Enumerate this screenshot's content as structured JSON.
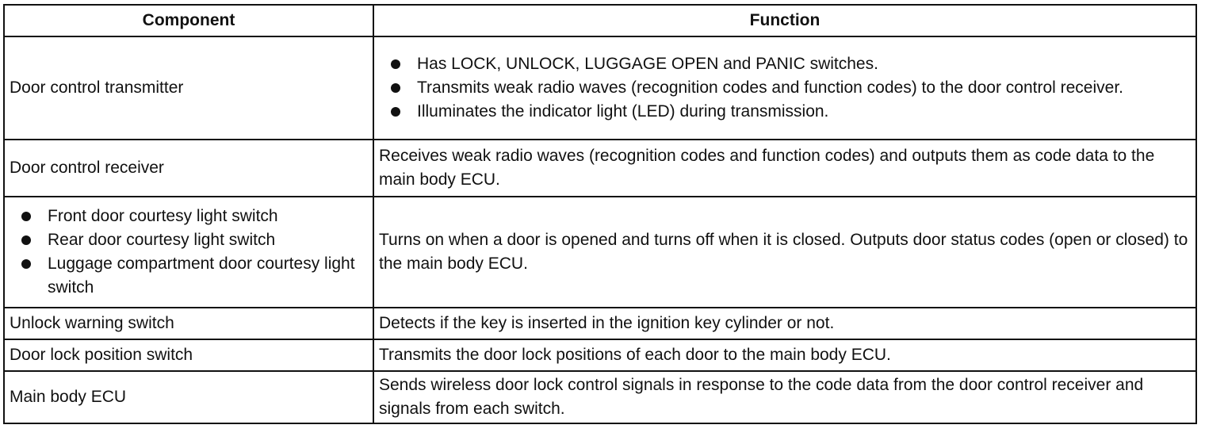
{
  "table": {
    "header": {
      "component": "Component",
      "function": "Function"
    },
    "rows": [
      {
        "component": "Door control transmitter",
        "function_bullets": [
          "Has LOCK, UNLOCK, LUGGAGE OPEN and PANIC switches.",
          "Transmits weak radio waves (recognition codes and function codes) to the door control receiver.",
          "Illuminates the indicator light (LED) during transmission."
        ]
      },
      {
        "component": "Door control receiver",
        "function": "Receives weak radio waves (recognition codes and function codes) and outputs them as code data to the main body ECU."
      },
      {
        "component_bullets": [
          "Front door courtesy light switch",
          "Rear door courtesy light switch",
          "Luggage compartment door courtesy light switch"
        ],
        "function": "Turns on when a door is opened and turns off when it is closed. Outputs door status codes (open or closed) to the main body ECU."
      },
      {
        "component": "Unlock warning switch",
        "function": "Detects if the key is inserted in the ignition key cylinder or not."
      },
      {
        "component": "Door lock position switch",
        "function": "Transmits the door lock positions of each door to the main body ECU."
      },
      {
        "component": "Main body ECU",
        "function": "Sends wireless door lock control signals in response to the code data from the door control receiver and signals from each switch."
      }
    ]
  }
}
